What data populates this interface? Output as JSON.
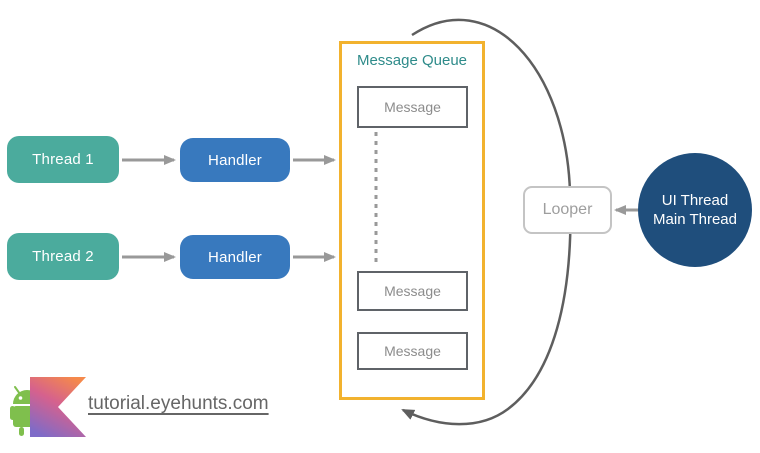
{
  "diagram": {
    "threads": [
      {
        "label": "Thread 1"
      },
      {
        "label": "Thread 2"
      }
    ],
    "handlers": [
      {
        "label": "Handler"
      },
      {
        "label": "Handler"
      }
    ],
    "message_queue": {
      "title": "Message Queue",
      "messages": [
        "Message",
        "Message",
        "Message"
      ]
    },
    "looper": {
      "label": "Looper"
    },
    "ui_thread": {
      "line1": "UI Thread",
      "line2": "Main Thread"
    }
  },
  "footer": {
    "link_text": "tutorial.eyehunts.com",
    "icons": [
      "android-robot-icon",
      "kotlin-logo"
    ]
  },
  "colors": {
    "thread_teal": "#4BAB9D",
    "handler_blue": "#3879BE",
    "ui_navy": "#1F4E7C",
    "queue_yellow": "#F2B22E",
    "queue_title": "#2E8B8A",
    "msg_border": "#5F6368",
    "msg_text": "#8C8C8C",
    "arrow_gray": "#999999",
    "loop_gray": "#5E5E5E",
    "looper_border": "#C4C4C4",
    "looper_text": "#9E9E9E",
    "footer_text": "#666666",
    "android_green": "#7FBF4D"
  }
}
